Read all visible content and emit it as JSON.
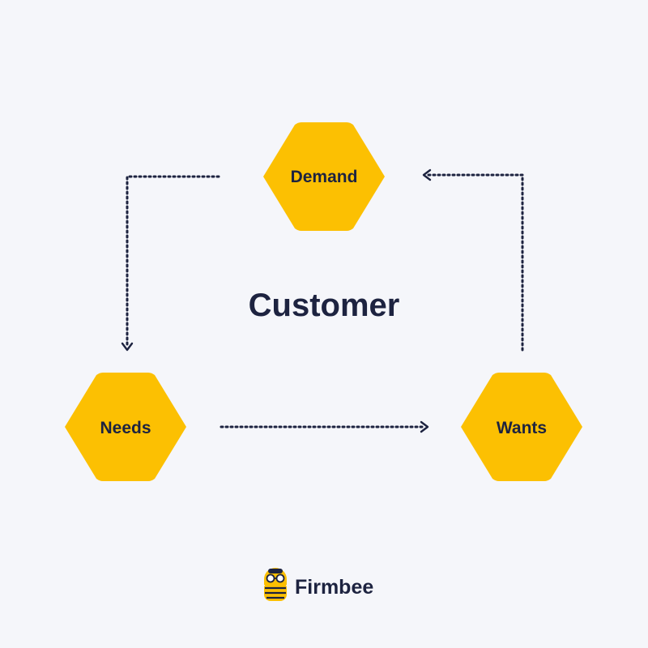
{
  "diagram": {
    "center_label": "Customer",
    "nodes": {
      "demand": "Demand",
      "needs": "Needs",
      "wants": "Wants"
    },
    "node_color": "#fcc002",
    "text_color": "#1d2340",
    "background_color": "#f5f6fa"
  },
  "brand": {
    "name": "Firmbee",
    "logo_icon": "bee-mascot-icon"
  }
}
